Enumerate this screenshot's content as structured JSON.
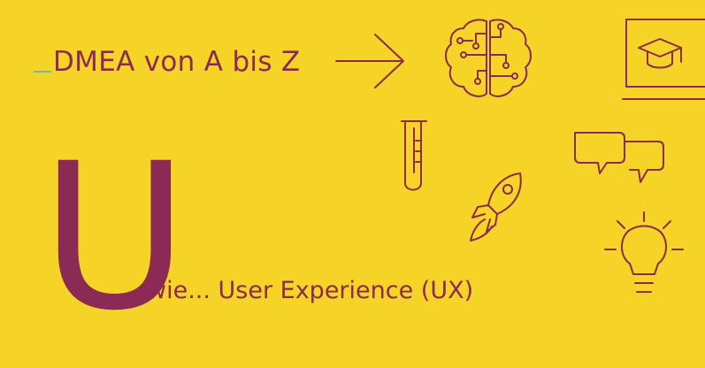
{
  "header": {
    "series_title": "DMEA von A bis Z"
  },
  "entry": {
    "letter": "U",
    "subtitle": "wie... User Experience (UX)"
  },
  "colors": {
    "background": "#F5D327",
    "primary": "#8B2A54",
    "accent": "#6DB9C9"
  },
  "icons": [
    "arrow-right-icon",
    "brain-circuit-icon",
    "monitor-graduation-cap-icon",
    "test-tube-icon",
    "speech-bubbles-icon",
    "rocket-icon",
    "lightbulb-icon"
  ]
}
